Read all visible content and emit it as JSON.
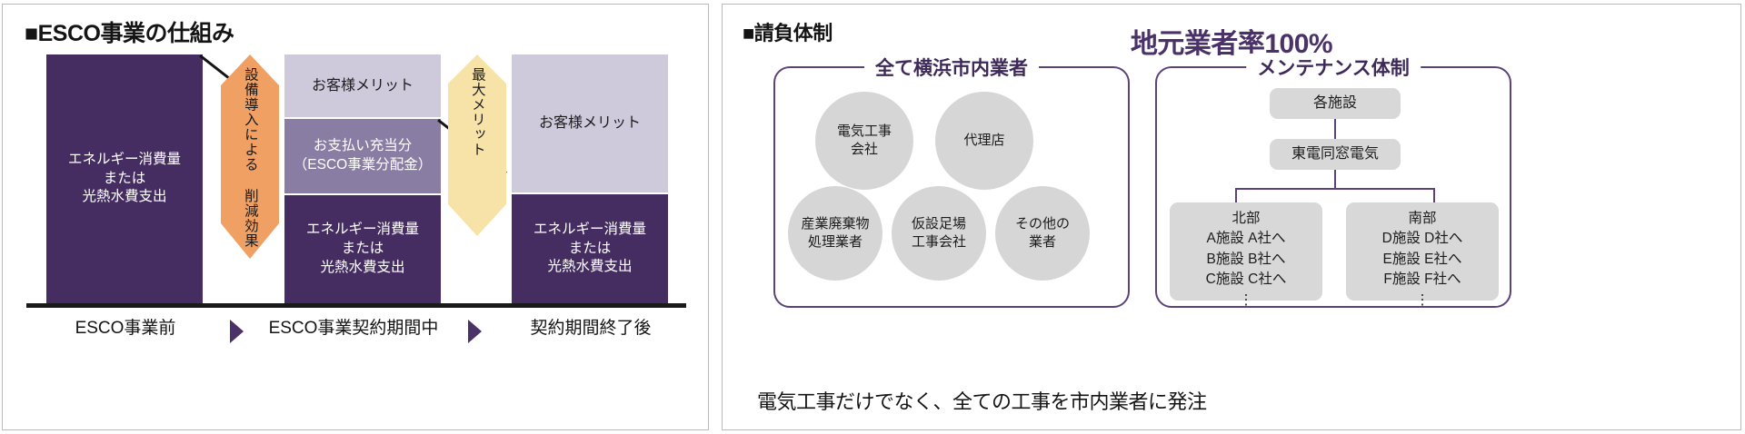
{
  "left_panel": {
    "heading": "■ESCO事業の仕組み",
    "bars": {
      "before_total": "エネルギー消費量\nまたは\n光熱水費支出",
      "during_customer_merit": "お客様メリット",
      "during_payment": "お支払い充当分\n（ESCO事業分配金）",
      "during_energy": "エネルギー消費量\nまたは\n光熱水費支出",
      "after_customer_merit": "お客様メリット",
      "after_energy": "エネルギー消費量\nまたは\n光熱水費支出"
    },
    "arrows": {
      "reduction": "設備導入による\n削減効果",
      "reduction_line1": "設備導入による",
      "reduction_line2": "削減効果",
      "max_merit": "最大メリット"
    },
    "x_axis": {
      "labels": [
        "ESCO事業前",
        "ESCO事業契約期間中",
        "契約期間終了後"
      ],
      "separator": "arrow-right"
    }
  },
  "right_panel": {
    "heading": "■請負体制",
    "headline": "地元業者率100%",
    "group_local": {
      "title": "全て横浜市内業者",
      "circles": [
        "電気工事\n会社",
        "代理店",
        "産業廃棄物\n処理業者",
        "仮設足場\n工事会社",
        "その他の\n業者"
      ]
    },
    "group_maintenance": {
      "title": "メンテナンス体制",
      "node_facilities": "各施設",
      "node_company": "東電同窓電気",
      "branch_north": "北部\nA施設 A社へ\nB施設 B社へ\nC施設 C社へ\n⋮",
      "branch_south": "南部\nD施設 D社へ\nE施設 E社へ\nF施設 F社へ\n⋮"
    },
    "caption": "電気工事だけでなく、全ての工事を市内業者に発注"
  },
  "colors": {
    "dark_purple": "#452d62",
    "mid_purple": "#8a7da4",
    "light_purple": "#cfc9dc",
    "orange": "#f0a062",
    "yellow": "#f7e3a8",
    "accent": "#4a3268",
    "grey": "#d6d6d6"
  }
}
